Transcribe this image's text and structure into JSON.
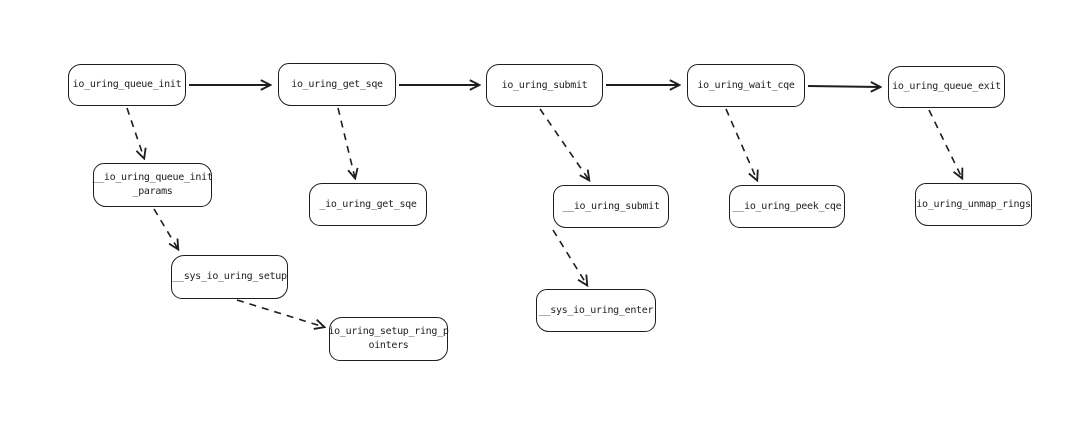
{
  "diagram": {
    "type": "flowchart",
    "description": "io_uring API call flow with internal helper functions",
    "theme": {
      "background": "#ffffff",
      "stroke": "#1e1e1e",
      "node_fill": "#ffffff",
      "text_color": "#1e1e1e"
    },
    "nodes": [
      {
        "id": "io_uring_queue_init",
        "label": "io_uring_queue_init"
      },
      {
        "id": "io_uring_get_sqe",
        "label": "io_uring_get_sqe"
      },
      {
        "id": "io_uring_submit",
        "label": "io_uring_submit"
      },
      {
        "id": "io_uring_wait_cqe",
        "label": "io_uring_wait_cqe"
      },
      {
        "id": "io_uring_queue_exit",
        "label": "io_uring_queue_exit"
      },
      {
        "id": "__io_uring_queue_init_params",
        "label": "__io_uring_queue_init\n_params"
      },
      {
        "id": "_io_uring_get_sqe",
        "label": "_io_uring_get_sqe"
      },
      {
        "id": "__io_uring_submit",
        "label": "__io_uring_submit"
      },
      {
        "id": "__io_uring_peek_cqe",
        "label": "__io_uring_peek_cqe"
      },
      {
        "id": "io_uring_unmap_rings",
        "label": "io_uring_unmap_rings"
      },
      {
        "id": "__sys_io_uring_setup",
        "label": "__sys_io_uring_setup"
      },
      {
        "id": "__sys_io_uring_enter",
        "label": "__sys_io_uring_enter"
      },
      {
        "id": "io_uring_setup_ring_pointers",
        "label": "io_uring_setup_ring_p\nointers"
      }
    ],
    "edges": [
      {
        "from": "io_uring_queue_init",
        "to": "io_uring_get_sqe",
        "style": "solid"
      },
      {
        "from": "io_uring_get_sqe",
        "to": "io_uring_submit",
        "style": "solid"
      },
      {
        "from": "io_uring_submit",
        "to": "io_uring_wait_cqe",
        "style": "solid"
      },
      {
        "from": "io_uring_wait_cqe",
        "to": "io_uring_queue_exit",
        "style": "solid"
      },
      {
        "from": "io_uring_queue_init",
        "to": "__io_uring_queue_init_params",
        "style": "dashed"
      },
      {
        "from": "__io_uring_queue_init_params",
        "to": "__sys_io_uring_setup",
        "style": "dashed"
      },
      {
        "from": "__sys_io_uring_setup",
        "to": "io_uring_setup_ring_pointers",
        "style": "dashed"
      },
      {
        "from": "io_uring_get_sqe",
        "to": "_io_uring_get_sqe",
        "style": "dashed"
      },
      {
        "from": "io_uring_submit",
        "to": "__io_uring_submit",
        "style": "dashed"
      },
      {
        "from": "__io_uring_submit",
        "to": "__sys_io_uring_enter",
        "style": "dashed"
      },
      {
        "from": "io_uring_wait_cqe",
        "to": "__io_uring_peek_cqe",
        "style": "dashed"
      },
      {
        "from": "io_uring_queue_exit",
        "to": "io_uring_unmap_rings",
        "style": "dashed"
      }
    ]
  }
}
